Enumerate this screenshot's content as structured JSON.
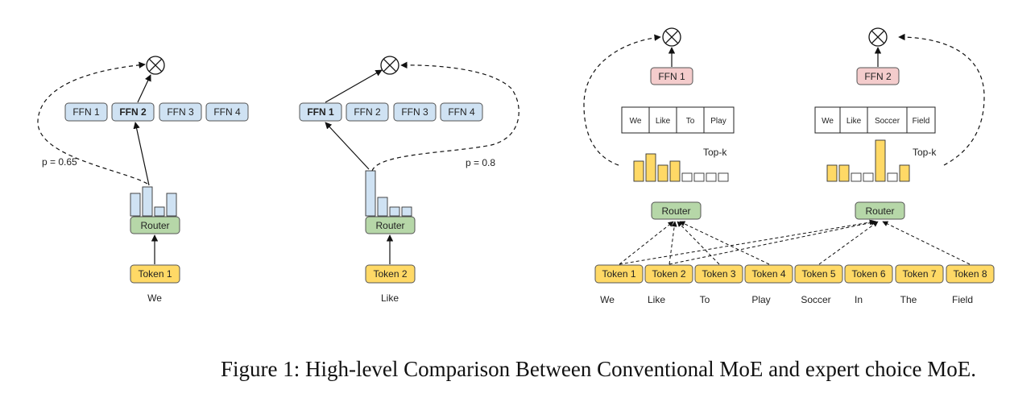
{
  "colors": {
    "ffn_fill": "#cfe2f3",
    "ffn_stroke": "#4a4a4a",
    "router_fill": "#b6d7a8",
    "token_fill": "#ffd966",
    "expert_fill": "#f4cccc",
    "bar_blue": "#cfe2f3",
    "bar_yellow": "#ffd966"
  },
  "left_panel": {
    "ffns": [
      "FFN 1",
      "FFN 2",
      "FFN 3",
      "FFN 4"
    ],
    "selected_ffn": "FFN 2",
    "router": "Router",
    "token": "Token 1",
    "word": "We",
    "prob": "p = 0.65"
  },
  "middle_panel": {
    "ffns": [
      "FFN 1",
      "FFN 2",
      "FFN 3",
      "FFN 4"
    ],
    "selected_ffn": "FFN 1",
    "router": "Router",
    "token": "Token 2",
    "word": "Like",
    "prob": "p = 0.8"
  },
  "right_panel": {
    "expert1": {
      "label": "FFN 1",
      "tokens": [
        "We",
        "Like",
        "To",
        "Play"
      ],
      "topk": "Top-k"
    },
    "expert2": {
      "label": "FFN 2",
      "tokens": [
        "We",
        "Like",
        "Soccer",
        "Field"
      ],
      "topk": "Top-k"
    },
    "router_left": "Router",
    "router_right": "Router",
    "tokens": [
      "Token 1",
      "Token 2",
      "Token 3",
      "Token 4",
      "Token 5",
      "Token 6",
      "Token 7",
      "Token 8"
    ],
    "words": [
      "We",
      "Like",
      "To",
      "Play",
      "Soccer",
      "In",
      "The",
      "Field"
    ]
  },
  "caption": "Figure 1: High-level Comparison Between Conventional MoE and expert choice MoE."
}
